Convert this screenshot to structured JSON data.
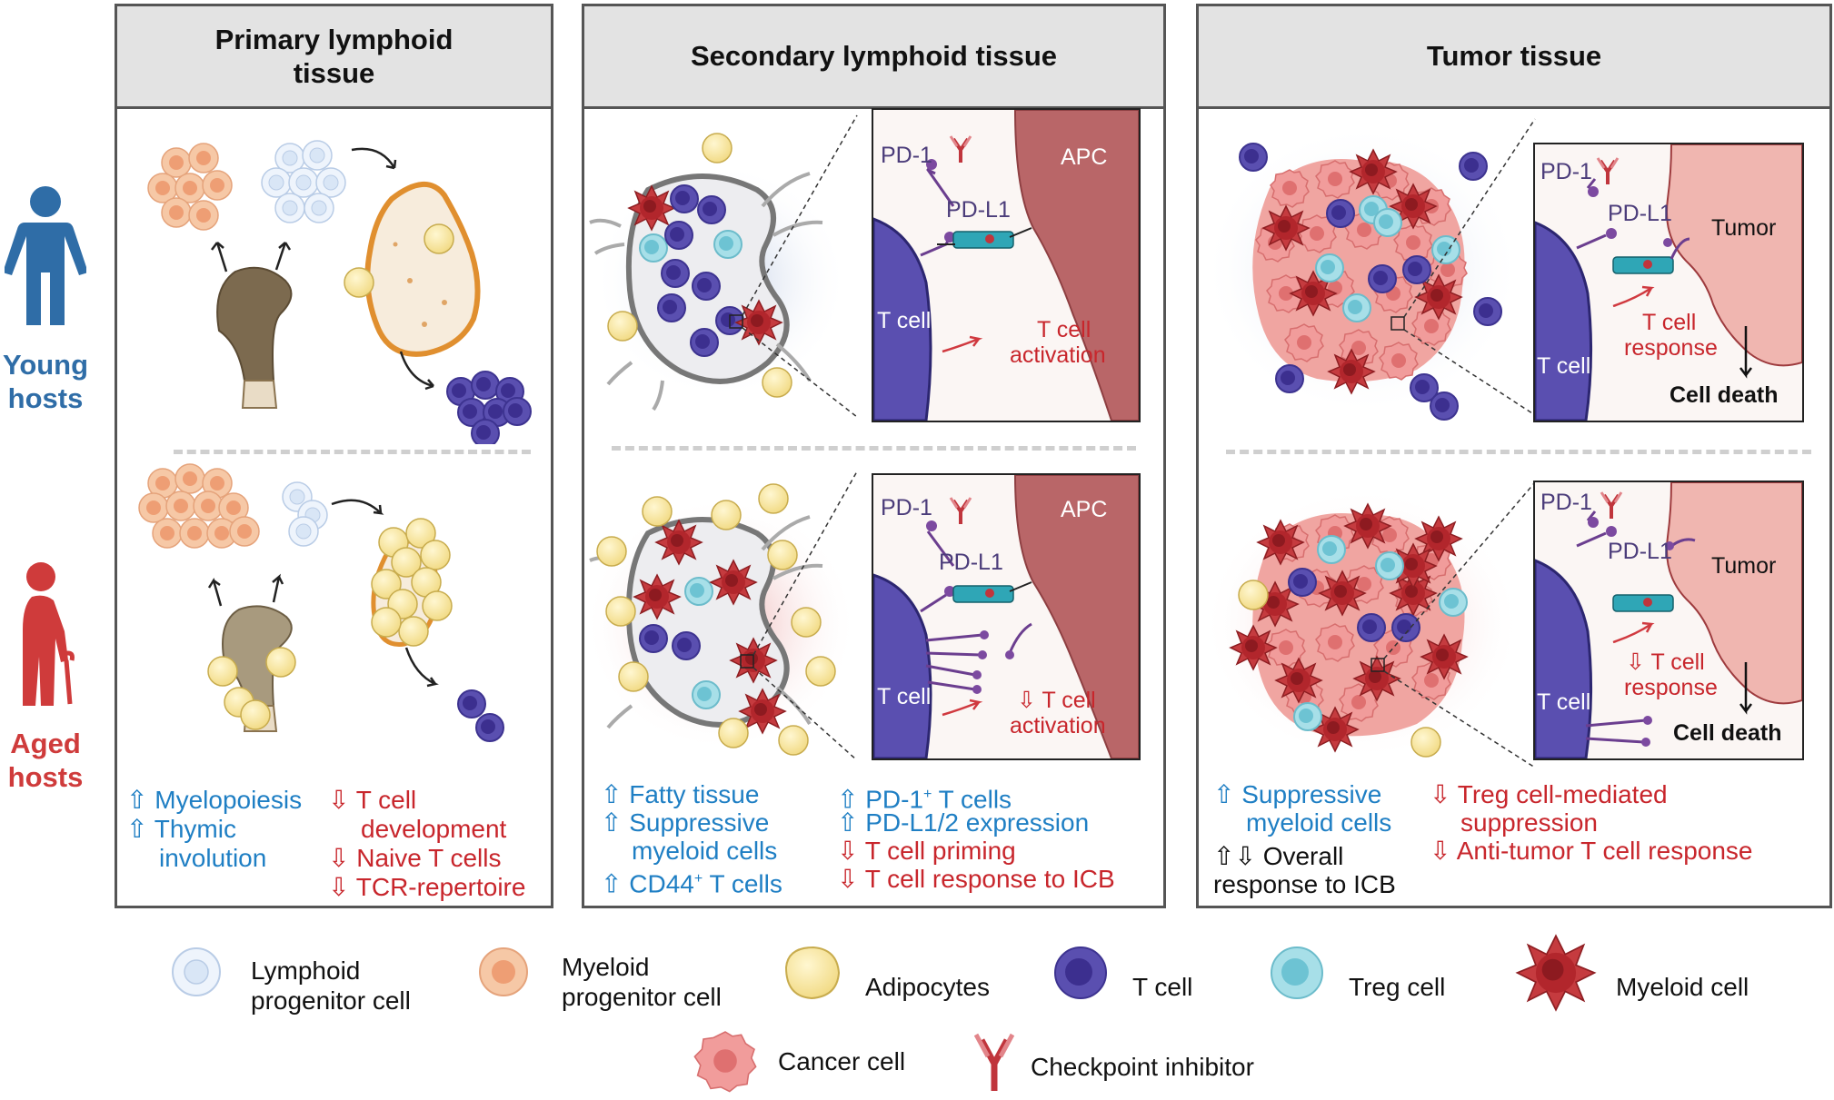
{
  "columns": {
    "primary": "Primary lymphoid tissue",
    "secondary": "Secondary lymphoid tissue",
    "tumor": "Tumor tissue"
  },
  "hosts": {
    "young": "Young hosts",
    "aged": "Aged hosts"
  },
  "arrows": {
    "up": "⇧",
    "down": "⇩",
    "updown": "⇧⇩"
  },
  "insets": {
    "pd1": "PD-1",
    "pdl1": "PD-L1",
    "apc": "APC",
    "tumor": "Tumor",
    "tcell": "T cell",
    "young_sec_1": "T cell",
    "young_sec_2": "activation",
    "aged_sec_1": "T cell",
    "aged_sec_2": "activation",
    "young_tum_1": "T cell",
    "young_tum_2": "response",
    "aged_tum_1": "T cell",
    "aged_tum_2": "response",
    "cell_death": "Cell death"
  },
  "primary_text": {
    "myelopoiesis": "Myelopoiesis",
    "thymic_1": "Thymic",
    "thymic_2": "involution",
    "tdev_1": "T cell",
    "tdev_2": "development",
    "naive": "Naive T cells",
    "tcr": "TCR-repertoire"
  },
  "secondary_text": {
    "fatty": "Fatty tissue",
    "suppressive_1": "Suppressive",
    "suppressive_2": "myeloid cells",
    "cd44": "CD44",
    "cd44_sup": "+",
    "cd44_rest": " T cells",
    "pd1_pos": "PD-1",
    "pd1_sup": "+",
    "pd1_rest": " T cells",
    "pdl12": "PD-L1/2 expression",
    "priming": "T cell priming",
    "icb": "T cell response to ICB"
  },
  "tumor_text": {
    "suppressive_1": "Suppressive",
    "suppressive_2": "myeloid cells",
    "overall_1": "Overall",
    "overall_2": "response to ICB",
    "treg_1": "Treg cell-mediated",
    "treg_2": "suppression",
    "antitumor": "Anti-tumor T cell response"
  },
  "legend": {
    "lymphoid": "Lymphoid progenitor cell",
    "myeloid_prog": "Myeloid progenitor cell",
    "adipocytes": "Adipocytes",
    "tcell": "T cell",
    "treg": "Treg cell",
    "myeloid": "Myeloid cell",
    "cancer": "Cancer cell",
    "checkpoint": "Checkpoint inhibitor"
  },
  "colors": {
    "blue_text": "#1f7fc4",
    "red_text": "#c8262c",
    "young_figure": "#2f6da7",
    "aged_figure": "#cf3b3b",
    "t_cell": "#5a4fb0",
    "treg": "#8fd3de",
    "myeloid": "#b2262c",
    "adipocyte": "#f6e7a4",
    "cancer": "#f19c9b",
    "apc": "#b96668",
    "tumor_cell": "#f0b6b0"
  }
}
